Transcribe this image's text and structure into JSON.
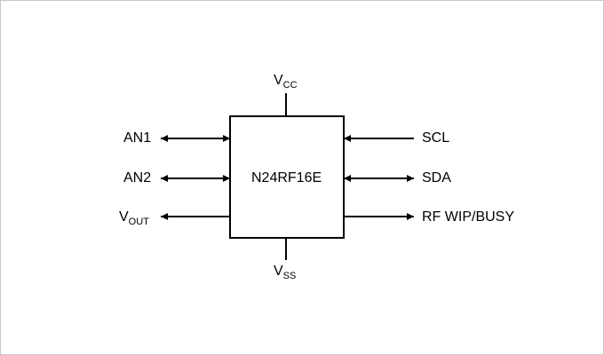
{
  "chip": {
    "name": "N24RF16E"
  },
  "pins": {
    "vcc": {
      "main": "V",
      "sub": "CC"
    },
    "vss": {
      "main": "V",
      "sub": "SS"
    },
    "an1": {
      "label": "AN1"
    },
    "an2": {
      "label": "AN2"
    },
    "vout": {
      "main": "V",
      "sub": "OUT"
    },
    "scl": {
      "label": "SCL"
    },
    "sda": {
      "label": "SDA"
    },
    "rf_wip_busy": {
      "label": "RF WIP/BUSY"
    }
  },
  "colors": {
    "line": "#000000",
    "frame": "#c8c8c8"
  }
}
